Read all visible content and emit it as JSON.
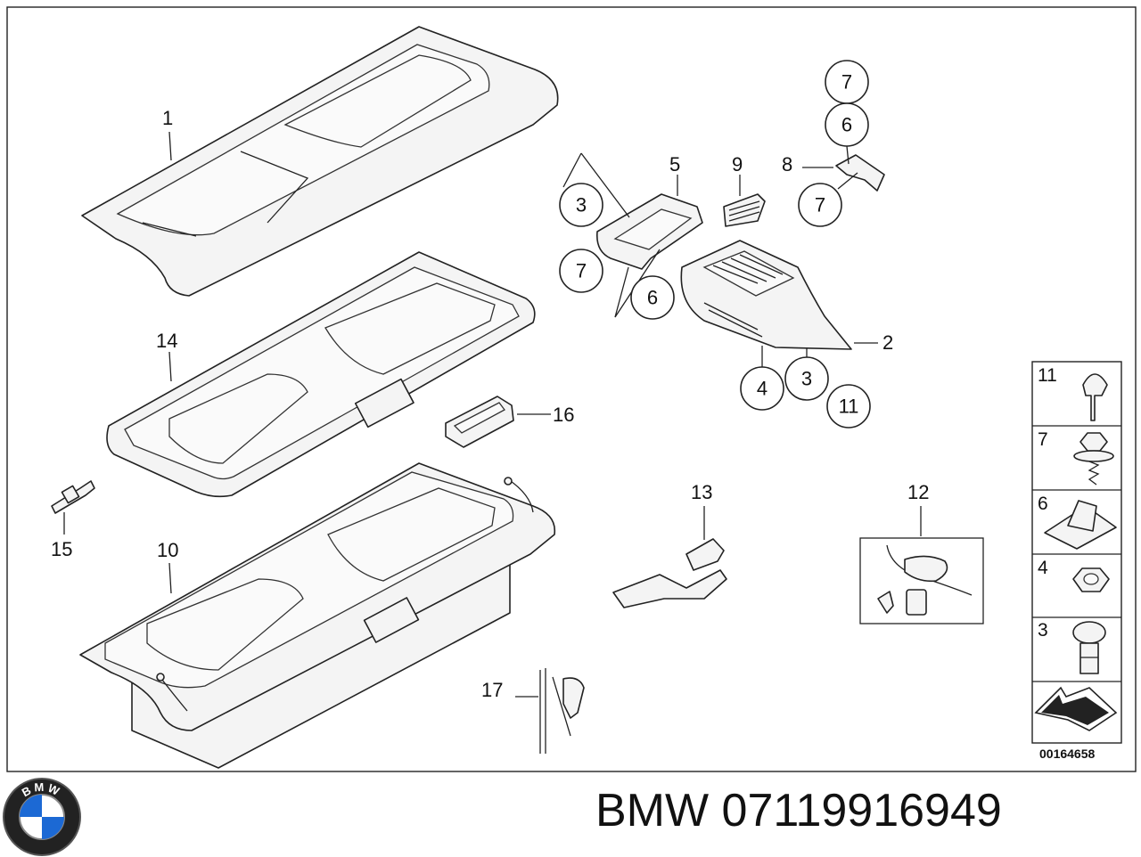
{
  "brand": "BMW",
  "part_number": "07119916949",
  "footer_title": "BMW 07119916949",
  "diagram_code": "00164658",
  "logo_letters": "BMW",
  "callouts": {
    "p1": "1",
    "p2": "2",
    "p5": "5",
    "p8": "8",
    "p9": "9",
    "p10": "10",
    "p12": "12",
    "p13": "13",
    "p14": "14",
    "p15": "15",
    "p16": "16",
    "p17": "17"
  },
  "circled": {
    "c7a": "7",
    "c6a": "6",
    "c7b": "7",
    "c3a": "3",
    "c7c": "7",
    "c6b": "6",
    "c4": "4",
    "c3b": "3",
    "c11": "11"
  },
  "legend": [
    "11",
    "7",
    "6",
    "4",
    "3"
  ],
  "colors": {
    "line": "#222222",
    "background": "#ffffff",
    "logo_blue": "#1c69d4"
  }
}
